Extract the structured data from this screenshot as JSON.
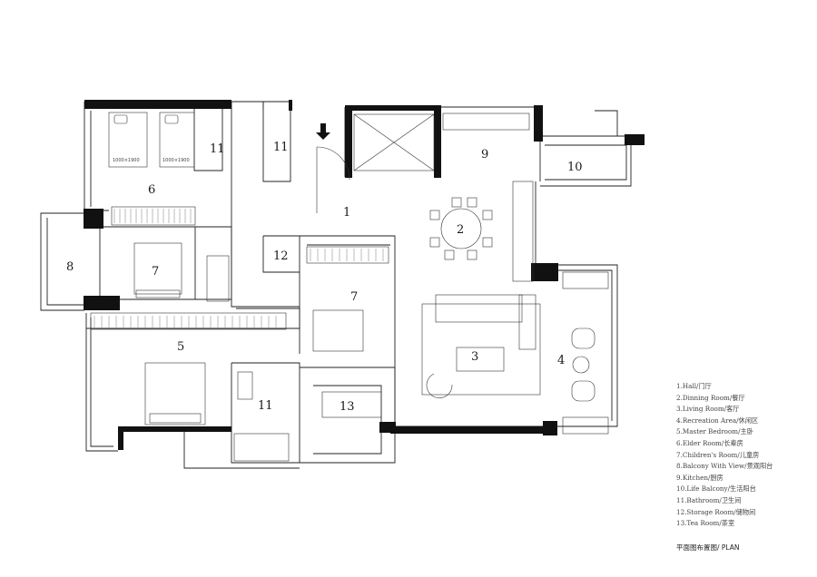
{
  "rooms": [
    {
      "id": "hall",
      "num": "1"
    },
    {
      "id": "dining",
      "num": "2"
    },
    {
      "id": "living",
      "num": "3"
    },
    {
      "id": "recreation",
      "num": "4"
    },
    {
      "id": "master",
      "num": "5"
    },
    {
      "id": "elder",
      "num": "6"
    },
    {
      "id": "children-a",
      "num": "7"
    },
    {
      "id": "children-b",
      "num": "7"
    },
    {
      "id": "balcony-view",
      "num": "8"
    },
    {
      "id": "kitchen",
      "num": "9"
    },
    {
      "id": "life-balcony",
      "num": "10"
    },
    {
      "id": "bath-a",
      "num": "11"
    },
    {
      "id": "bath-b",
      "num": "11"
    },
    {
      "id": "bath-c",
      "num": "11"
    },
    {
      "id": "storage",
      "num": "12"
    },
    {
      "id": "tea",
      "num": "13"
    }
  ],
  "bed_dims": [
    "1000×1900",
    "1000×1900"
  ],
  "legend": [
    "1.Hall/门厅",
    "2.Dinning Room/餐厅",
    "3.Living Room/客厅",
    "4.Recreation Area/休闲区",
    "5.Master Bedroom/主卧",
    "6.Elder Room/长辈房",
    "7.Children's Room/儿童房",
    "8.Balcony With View/景观阳台",
    "9.Kitchen/厨房",
    "10.Life Balcony/生活阳台",
    "11.Bathroom/卫生间",
    "12.Storage Room/储物间",
    "13.Tea Room/茶室"
  ],
  "title": "平面图布置图/ PLAN"
}
